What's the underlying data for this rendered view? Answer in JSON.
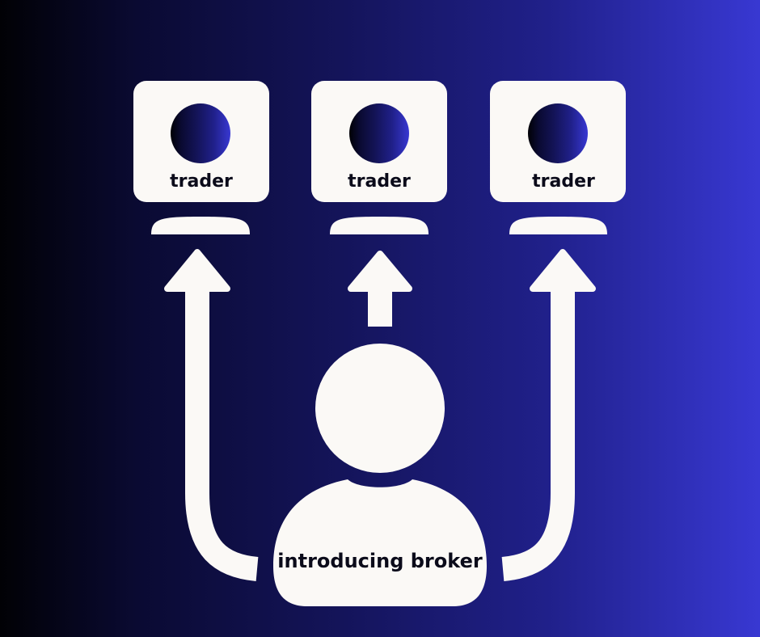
{
  "colors": {
    "gradient_left": "#010105",
    "gradient_right": "#3838d2",
    "shape_fill": "#fbf9f6",
    "label_color": "#0b0b1a"
  },
  "traders": [
    {
      "label": "trader"
    },
    {
      "label": "trader"
    },
    {
      "label": "trader"
    }
  ],
  "broker": {
    "label": "introducing broker"
  }
}
